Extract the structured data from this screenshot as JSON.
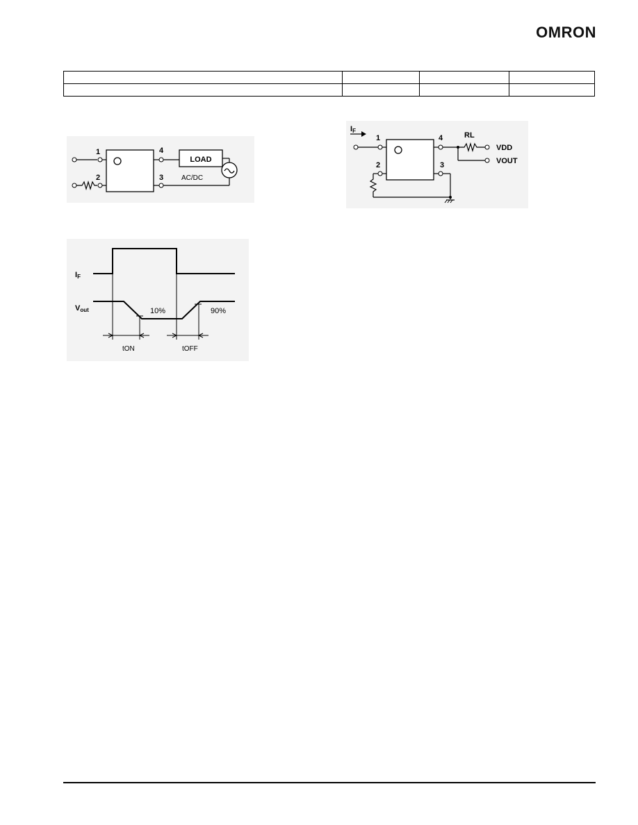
{
  "header": {
    "logo": "OMRON"
  },
  "table": {
    "rows": [
      [
        "",
        "",
        "",
        ""
      ],
      [
        "",
        "",
        "",
        ""
      ]
    ]
  },
  "circuit_a": {
    "pin1": "1",
    "pin2": "2",
    "pin3": "3",
    "pin4": "4",
    "load_label": "LOAD",
    "supply_label": "AC/DC"
  },
  "circuit_b": {
    "if_label": "I",
    "if_sub": "F",
    "pin1": "1",
    "pin2": "2",
    "pin3": "3",
    "pin4": "4",
    "rl_label": "RL",
    "vdd_label": "VDD",
    "vout_label": "VOUT"
  },
  "timing": {
    "if_label": "I",
    "if_sub": "F",
    "vout_label": "V",
    "vout_sub": "out",
    "pct_low": "10%",
    "pct_high": "90%",
    "ton_label": "tON",
    "toff_label": "tOFF"
  }
}
